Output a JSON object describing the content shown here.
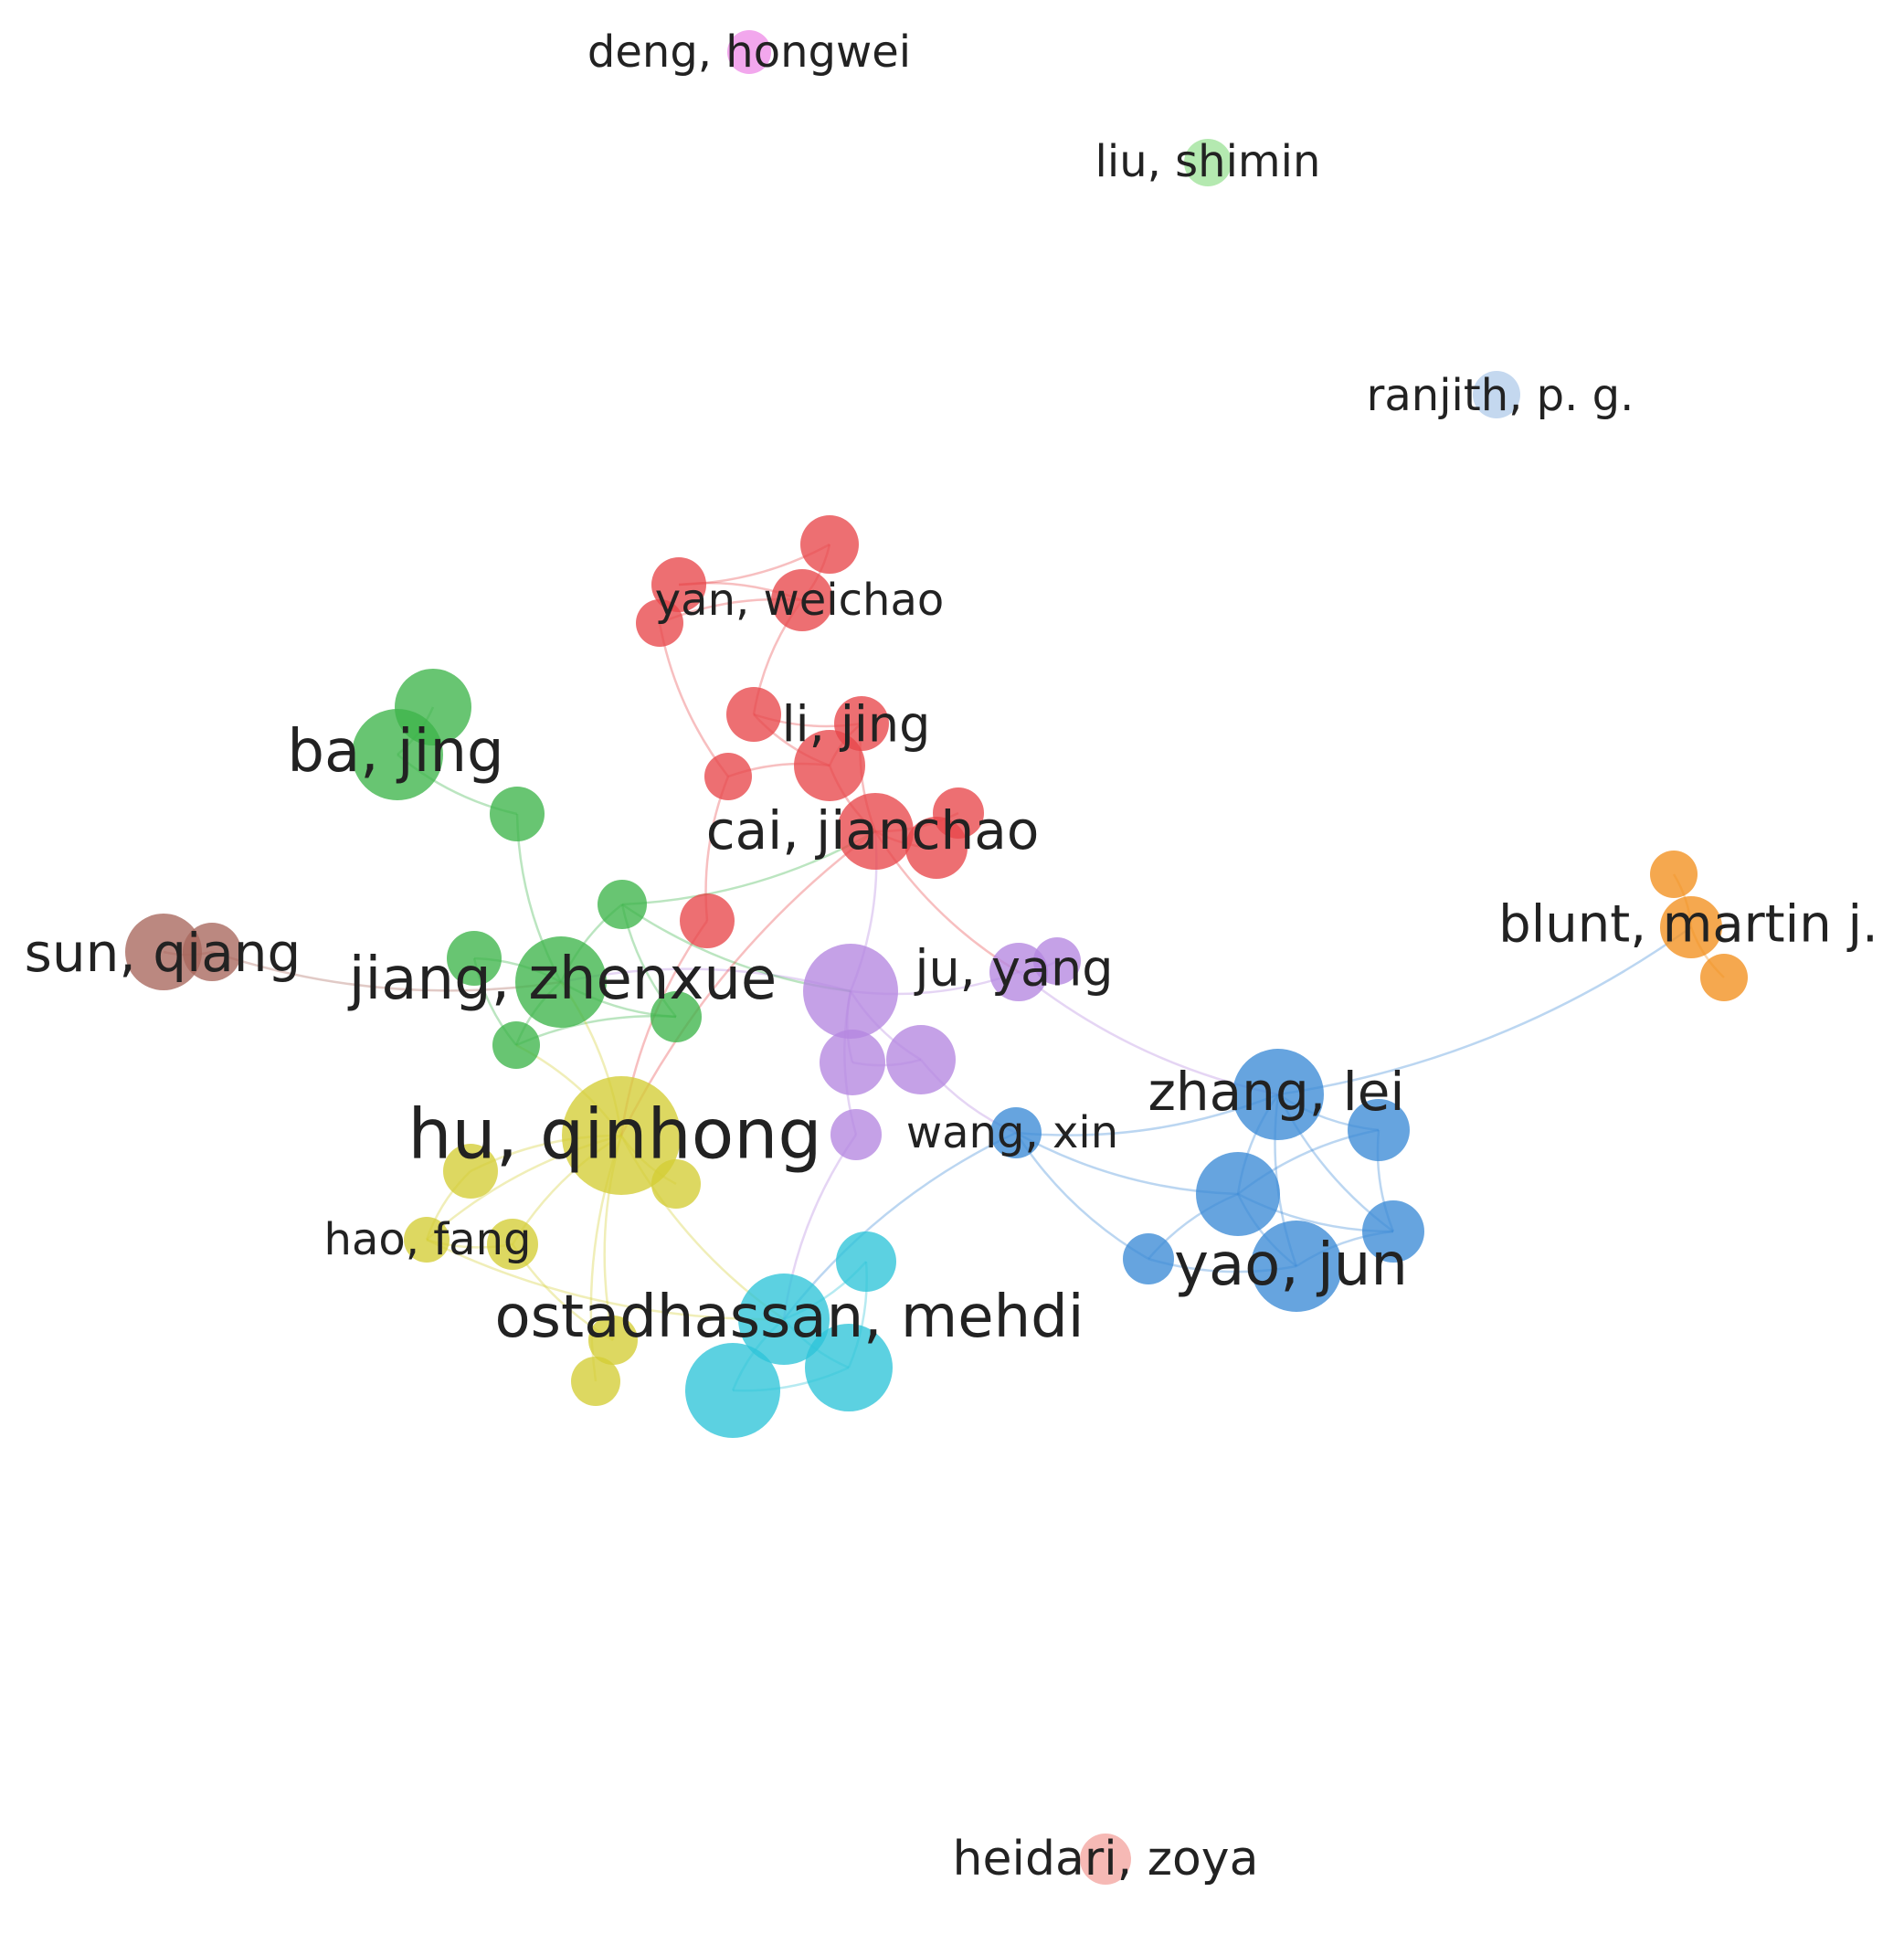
{
  "clusters": {
    "red": {
      "color": "#e8474a"
    },
    "green": {
      "color": "#3db54a"
    },
    "yellow": {
      "color": "#d4cd34"
    },
    "cyan": {
      "color": "#2ec4d8"
    },
    "purple": {
      "color": "#b586e0"
    },
    "blue": {
      "color": "#3b8ad6"
    },
    "brown": {
      "color": "#a8675c"
    },
    "orange": {
      "color": "#f28f1d"
    },
    "pink": {
      "color": "#ee8ee8"
    },
    "lightgreen": {
      "color": "#9fe39a"
    },
    "lightblue": {
      "color": "#b3cdea"
    },
    "salmon": {
      "color": "#f4a5a0"
    }
  },
  "nodes": [
    {
      "id": "deng_hongwei",
      "label": "deng, hongwei",
      "cluster": "pink"
    },
    {
      "id": "liu_shimin",
      "label": "liu, shimin",
      "cluster": "lightgreen"
    },
    {
      "id": "ranjith_pg",
      "label": "ranjith, p. g.",
      "cluster": "lightblue"
    },
    {
      "id": "heidari_zoya",
      "label": "heidari, zoya",
      "cluster": "salmon"
    },
    {
      "id": "blunt_martin",
      "label": "blunt, martin j.",
      "cluster": "orange"
    },
    {
      "id": "orange2",
      "label": "",
      "cluster": "orange"
    },
    {
      "id": "orange3",
      "label": "",
      "cluster": "orange"
    },
    {
      "id": "yan_weichao",
      "label": "yan, weichao",
      "cluster": "red"
    },
    {
      "id": "red2",
      "label": "",
      "cluster": "red"
    },
    {
      "id": "red3",
      "label": "",
      "cluster": "red"
    },
    {
      "id": "red4",
      "label": "",
      "cluster": "red"
    },
    {
      "id": "red5",
      "label": "",
      "cluster": "red"
    },
    {
      "id": "li_jing",
      "label": "li, jing",
      "cluster": "red"
    },
    {
      "id": "red7",
      "label": "",
      "cluster": "red"
    },
    {
      "id": "cai_jianchao",
      "label": "cai, jianchao",
      "cluster": "red"
    },
    {
      "id": "red9",
      "label": "",
      "cluster": "red"
    },
    {
      "id": "red10",
      "label": "",
      "cluster": "red"
    },
    {
      "id": "red11",
      "label": "",
      "cluster": "red"
    },
    {
      "id": "red12",
      "label": "",
      "cluster": "red"
    },
    {
      "id": "ba_jing",
      "label": "ba, jing",
      "cluster": "green"
    },
    {
      "id": "green2",
      "label": "",
      "cluster": "green"
    },
    {
      "id": "green3",
      "label": "",
      "cluster": "green"
    },
    {
      "id": "green4",
      "label": "",
      "cluster": "green"
    },
    {
      "id": "jiang_zhenxue",
      "label": "jiang, zhenxue",
      "cluster": "green"
    },
    {
      "id": "green6",
      "label": "",
      "cluster": "green"
    },
    {
      "id": "green7",
      "label": "",
      "cluster": "green"
    },
    {
      "id": "green8",
      "label": "",
      "cluster": "green"
    },
    {
      "id": "sun_qiang",
      "label": "sun, qiang",
      "cluster": "brown"
    },
    {
      "id": "brown2",
      "label": "",
      "cluster": "brown"
    },
    {
      "id": "hu_qinhong",
      "label": "hu, qinhong",
      "cluster": "yellow"
    },
    {
      "id": "yellow2",
      "label": "",
      "cluster": "yellow"
    },
    {
      "id": "yellow3",
      "label": "",
      "cluster": "yellow"
    },
    {
      "id": "hao_fang",
      "label": "hao, fang",
      "cluster": "yellow"
    },
    {
      "id": "yellow5",
      "label": "",
      "cluster": "yellow"
    },
    {
      "id": "yellow6",
      "label": "",
      "cluster": "yellow"
    },
    {
      "id": "yellow7",
      "label": "",
      "cluster": "yellow"
    },
    {
      "id": "ostadhassan_mehdi",
      "label": "ostadhassan, mehdi",
      "cluster": "cyan"
    },
    {
      "id": "cyan2",
      "label": "",
      "cluster": "cyan"
    },
    {
      "id": "cyan3",
      "label": "",
      "cluster": "cyan"
    },
    {
      "id": "cyan4",
      "label": "",
      "cluster": "cyan"
    },
    {
      "id": "ju_yang",
      "label": "ju, yang",
      "cluster": "purple"
    },
    {
      "id": "purple2",
      "label": "",
      "cluster": "purple"
    },
    {
      "id": "purple3",
      "label": "",
      "cluster": "purple"
    },
    {
      "id": "purple4",
      "label": "",
      "cluster": "purple"
    },
    {
      "id": "purple5",
      "label": "",
      "cluster": "purple"
    },
    {
      "id": "purple6",
      "label": "",
      "cluster": "purple"
    },
    {
      "id": "wang_xin",
      "label": "wang, xin",
      "cluster": "blue"
    },
    {
      "id": "zhang_lei",
      "label": "zhang, lei",
      "cluster": "blue"
    },
    {
      "id": "blue3",
      "label": "",
      "cluster": "blue"
    },
    {
      "id": "blue4",
      "label": "",
      "cluster": "blue"
    },
    {
      "id": "blue5",
      "label": "",
      "cluster": "blue"
    },
    {
      "id": "yao_jun",
      "label": "yao, jun",
      "cluster": "blue"
    },
    {
      "id": "blue7",
      "label": "",
      "cluster": "blue"
    }
  ],
  "edges": [
    [
      "yan_weichao",
      "red2"
    ],
    [
      "yan_weichao",
      "red3"
    ],
    [
      "yan_weichao",
      "red4"
    ],
    [
      "red2",
      "red3"
    ],
    [
      "yan_weichao",
      "red5"
    ],
    [
      "red5",
      "li_jing"
    ],
    [
      "red5",
      "red7"
    ],
    [
      "li_jing",
      "red7"
    ],
    [
      "red7",
      "cai_jianchao"
    ],
    [
      "li_jing",
      "cai_jianchao"
    ],
    [
      "cai_jianchao",
      "red9"
    ],
    [
      "cai_jianchao",
      "red10"
    ],
    [
      "red7",
      "red11"
    ],
    [
      "red11",
      "red12"
    ],
    [
      "red12",
      "hu_qinhong"
    ],
    [
      "red4",
      "red11"
    ],
    [
      "ba_jing",
      "green2"
    ],
    [
      "ba_jing",
      "green3"
    ],
    [
      "green3",
      "jiang_zhenxue"
    ],
    [
      "green4",
      "jiang_zhenxue"
    ],
    [
      "jiang_zhenxue",
      "green6"
    ],
    [
      "jiang_zhenxue",
      "green7"
    ],
    [
      "jiang_zhenxue",
      "green8"
    ],
    [
      "green4",
      "green7"
    ],
    [
      "green6",
      "green8"
    ],
    [
      "green7",
      "green8"
    ],
    [
      "sun_qiang",
      "brown2"
    ],
    [
      "brown2",
      "jiang_zhenxue"
    ],
    [
      "hu_qinhong",
      "yellow2"
    ],
    [
      "hu_qinhong",
      "yellow3"
    ],
    [
      "hu_qinhong",
      "hao_fang"
    ],
    [
      "hu_qinhong",
      "yellow5"
    ],
    [
      "hu_qinhong",
      "yellow6"
    ],
    [
      "hu_qinhong",
      "yellow7"
    ],
    [
      "yellow2",
      "hao_fang"
    ],
    [
      "hao_fang",
      "yellow5"
    ],
    [
      "yellow5",
      "yellow6"
    ],
    [
      "hu_qinhong",
      "jiang_zhenxue"
    ],
    [
      "hu_qinhong",
      "green8"
    ],
    [
      "hu_qinhong",
      "ostadhassan_mehdi"
    ],
    [
      "ostadhassan_mehdi",
      "cyan2"
    ],
    [
      "ostadhassan_mehdi",
      "cyan3"
    ],
    [
      "ostadhassan_mehdi",
      "cyan4"
    ],
    [
      "cyan2",
      "cyan3"
    ],
    [
      "cyan3",
      "cyan4"
    ],
    [
      "hao_fang",
      "ostadhassan_mehdi"
    ],
    [
      "purple2",
      "ju_yang"
    ],
    [
      "purple2",
      "purple3"
    ],
    [
      "purple2",
      "purple4"
    ],
    [
      "purple2",
      "purple5"
    ],
    [
      "purple3",
      "purple4"
    ],
    [
      "ju_yang",
      "purple6"
    ],
    [
      "purple2",
      "cai_jianchao"
    ],
    [
      "purple2",
      "jiang_zhenxue"
    ],
    [
      "purple4",
      "wang_xin"
    ],
    [
      "wang_xin",
      "zhang_lei"
    ],
    [
      "wang_xin",
      "blue4"
    ],
    [
      "wang_xin",
      "blue7"
    ],
    [
      "zhang_lei",
      "blue3"
    ],
    [
      "zhang_lei",
      "blue4"
    ],
    [
      "zhang_lei",
      "blue5"
    ],
    [
      "zhang_lei",
      "yao_jun"
    ],
    [
      "blue3",
      "blue4"
    ],
    [
      "blue3",
      "blue5"
    ],
    [
      "blue4",
      "blue5"
    ],
    [
      "blue4",
      "yao_jun"
    ],
    [
      "blue5",
      "yao_jun"
    ],
    [
      "blue7",
      "yao_jun"
    ],
    [
      "blue4",
      "blue7"
    ],
    [
      "zhang_lei",
      "blunt_martin"
    ],
    [
      "blunt_martin",
      "orange2"
    ],
    [
      "blunt_martin",
      "orange3"
    ],
    [
      "ju_yang",
      "zhang_lei"
    ],
    [
      "wang_xin",
      "ostadhassan_mehdi"
    ],
    [
      "purple5",
      "ostadhassan_mehdi"
    ],
    [
      "green4",
      "purple2"
    ],
    [
      "cai_jianchao",
      "ju_yang"
    ],
    [
      "cai_jianchao",
      "hu_qinhong"
    ],
    [
      "green4",
      "cai_jianchao"
    ]
  ]
}
